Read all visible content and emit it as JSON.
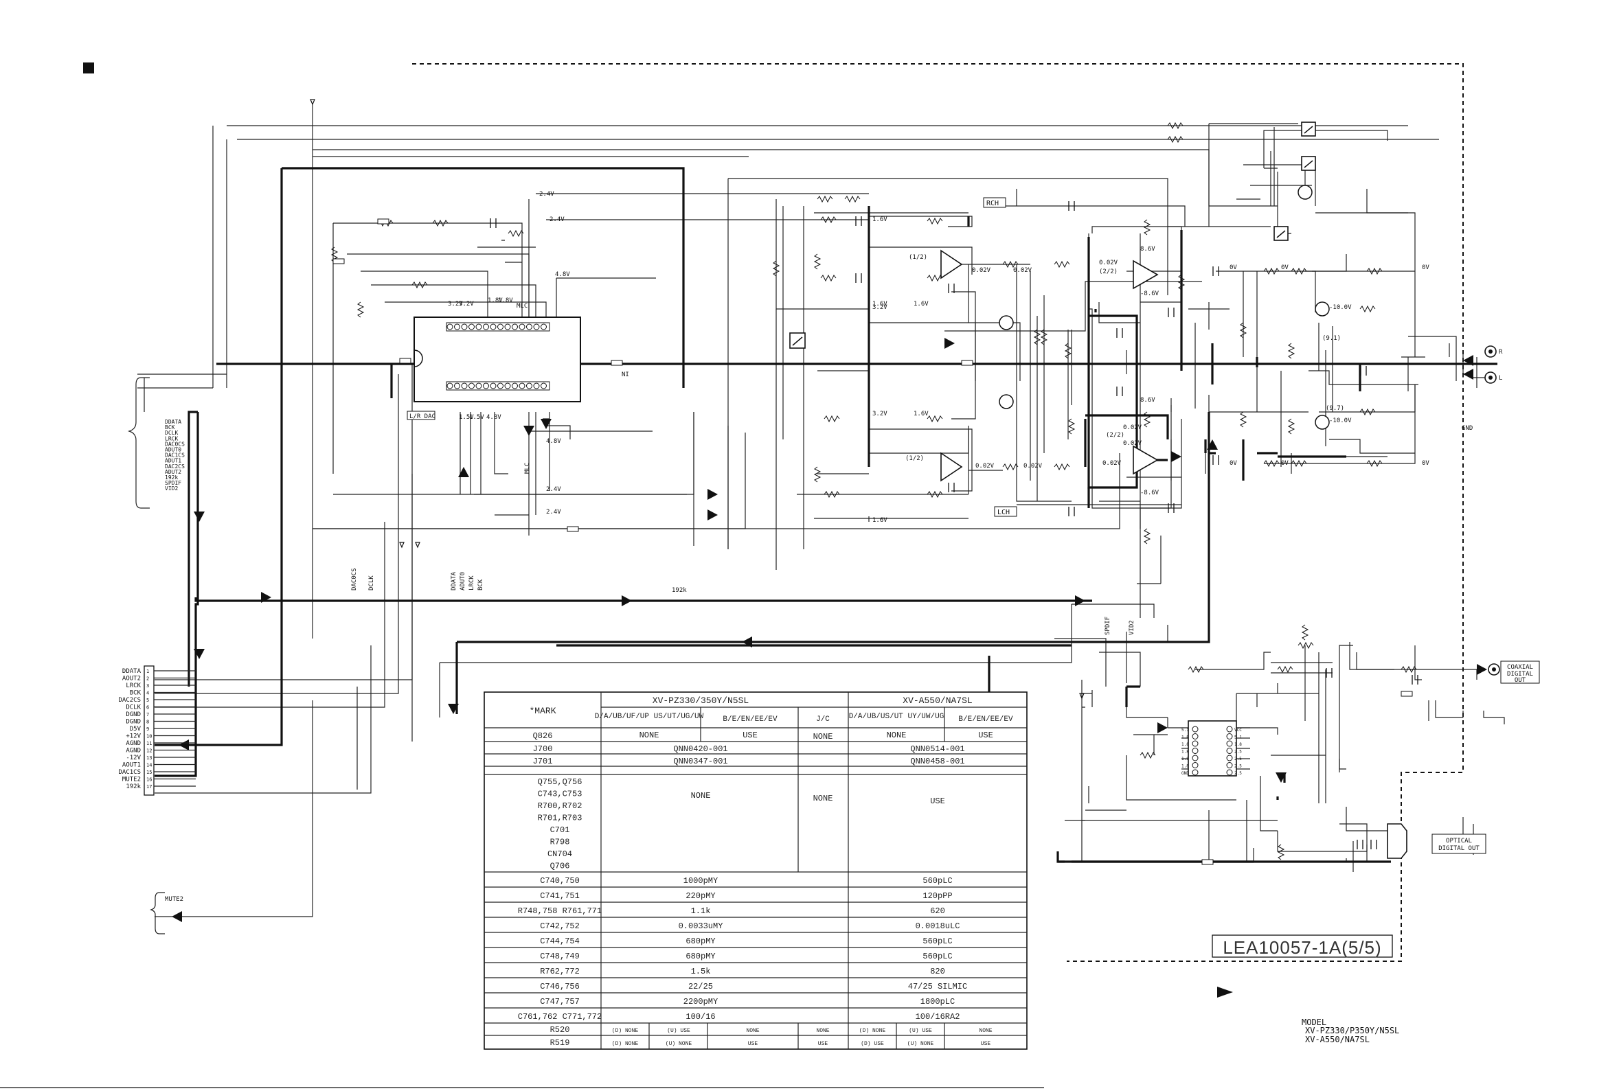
{
  "input_bus_labels": [
    "DDATA",
    "BCK",
    "DCLK",
    "LRCK",
    "DAC0CS",
    "ADUT0",
    "DAC1CS",
    "ADUT1",
    "DAC2CS",
    "ADUT2",
    "192k",
    "SPDIF",
    "VID2"
  ],
  "connector_labels": [
    "DDATA",
    "AOUT2",
    "LRCK",
    "BCK",
    "DAC2CS",
    "DCLK",
    "DGND",
    "DGND",
    "D5V",
    "+12V",
    "AGND",
    "AGND",
    "-12V",
    "AOUT1",
    "DAC1CS",
    "MUTE2",
    "192k"
  ],
  "connector_pins": [
    "1",
    "2",
    "3",
    "4",
    "5",
    "6",
    "7",
    "8",
    "9",
    "10",
    "11",
    "12",
    "13",
    "14",
    "15",
    "16",
    "17"
  ],
  "mute_label": "MUTE2",
  "ic_label": "L/R DAC",
  "channel_labels": {
    "rch": "RCH",
    "lch": "LCH"
  },
  "voltages": [
    "2.4V",
    "2.4V",
    "4.8V",
    "3.2V",
    "3.2V",
    "1.8V",
    "1.8V",
    "1.5V",
    "1.5V",
    "4.8V",
    "4.8V",
    "2.4V",
    "2.4V",
    "1.6V",
    "1.6V",
    "3.2V",
    "1.6V",
    "3.2V",
    "1.6V",
    "1.6V",
    "0.02V",
    "0.02V",
    "0.02V",
    "0.02V",
    "0.02V",
    "0.02V",
    "8.6V",
    "-8.6V",
    "8.6V",
    "-8.6V",
    "0V",
    "0V",
    "0V",
    "0V",
    "0V",
    "0V",
    "-10.0V",
    "-10.0V",
    "0.02V",
    "0.02V"
  ],
  "opamp_labels": [
    "(1/2)",
    "(2/2)",
    "(1/2)",
    "(2/2)"
  ],
  "transistor_labels": [
    "(9.1)",
    "(9.7)"
  ],
  "vertical_net_labels": [
    "DAC0CS",
    "DCLK",
    "DDATA",
    "ADUT0",
    "LRCK",
    "BCK",
    "SPDIF",
    "VID2",
    "MLC"
  ],
  "net_labels": [
    "NI",
    "192k",
    "MLC"
  ],
  "outputs": {
    "coaxial": "COAXIAL DIGITAL OUT",
    "optical": "OPTICAL DIGITAL OUT",
    "jack_r": "R",
    "jack_l": "L",
    "jack_gnd": "GND"
  },
  "optocoupler_pins_left": [
    "5.1",
    "1.8",
    "1.8",
    "1.8",
    "1.8",
    "1.8",
    "GND"
  ],
  "optocoupler_pins_right": [
    "VCC",
    "5.1",
    "1.8",
    "2.5",
    "2.5",
    "2.5",
    "2.5"
  ],
  "board_id": "LEA10057-1A(5/5)",
  "model_info": {
    "heading": "MODEL",
    "line1": "XV-PZ330/P350Y/N5SL",
    "line2": "XV-A550/NA7SL"
  },
  "table": {
    "mark_header": "*MARK",
    "group1": "XV-PZ330/350Y/N5SL",
    "group2": "XV-A550/NA7SL",
    "col_headers": [
      "D/A/UB/UF/UP US/UT/UG/UW",
      "B/E/EN/EE/EV",
      "J/C",
      "D/A/UB/US/UT UY/UW/UG",
      "B/E/EN/EE/EV"
    ],
    "rows": [
      {
        "mark": "Q826",
        "cells": [
          "NONE",
          "USE",
          "NONE",
          "NONE",
          "USE"
        ]
      },
      {
        "mark": "J700",
        "g1": "QNN0420-001",
        "g2": "QNN0514-001"
      },
      {
        "mark": "J701",
        "g1": "QNN0347-001",
        "g2": "QNN0458-001"
      },
      {
        "mark_list": [
          "Q755,Q756",
          "C743,C753",
          "R700,R702",
          "R701,R703",
          "C701",
          "R798",
          "CN704",
          "Q706"
        ],
        "g1a": "NONE",
        "jc": "NONE",
        "g2": "USE"
      },
      {
        "mark": "C740,750",
        "g1": "1000pMY",
        "g2": "560pLC"
      },
      {
        "mark": "C741,751",
        "g1": "220pMY",
        "g2": "120pPP"
      },
      {
        "mark": "R748,758 R761,771",
        "g1": "1.1k",
        "g2": "620"
      },
      {
        "mark": "C742,752",
        "g1": "0.0033uMY",
        "g2": "0.0018uLC"
      },
      {
        "mark": "C744,754",
        "g1": "680pMY",
        "g2": "560pLC"
      },
      {
        "mark": "C748,749",
        "g1": "680pMY",
        "g2": "560pLC"
      },
      {
        "mark": "R762,772",
        "g1": "1.5k",
        "g2": "820"
      },
      {
        "mark": "C746,756",
        "g1": "22/25",
        "g2": "47/25 SILMIC"
      },
      {
        "mark": "C747,757",
        "g1": "2200pMY",
        "g2": "1800pLC"
      },
      {
        "mark": "C761,762 C771,772",
        "g1": "100/16",
        "g2": "100/16RA2"
      },
      {
        "mark": "R520",
        "cells": [
          "(D) NONE",
          "(U) USE",
          "NONE",
          "NONE",
          "(D) NONE",
          "(U) USE",
          "NONE"
        ]
      },
      {
        "mark": "R519",
        "cells": [
          "(D) NONE",
          "(U) NONE",
          "USE",
          "USE",
          "(D) USE",
          "(U) NONE",
          "USE"
        ]
      }
    ]
  }
}
